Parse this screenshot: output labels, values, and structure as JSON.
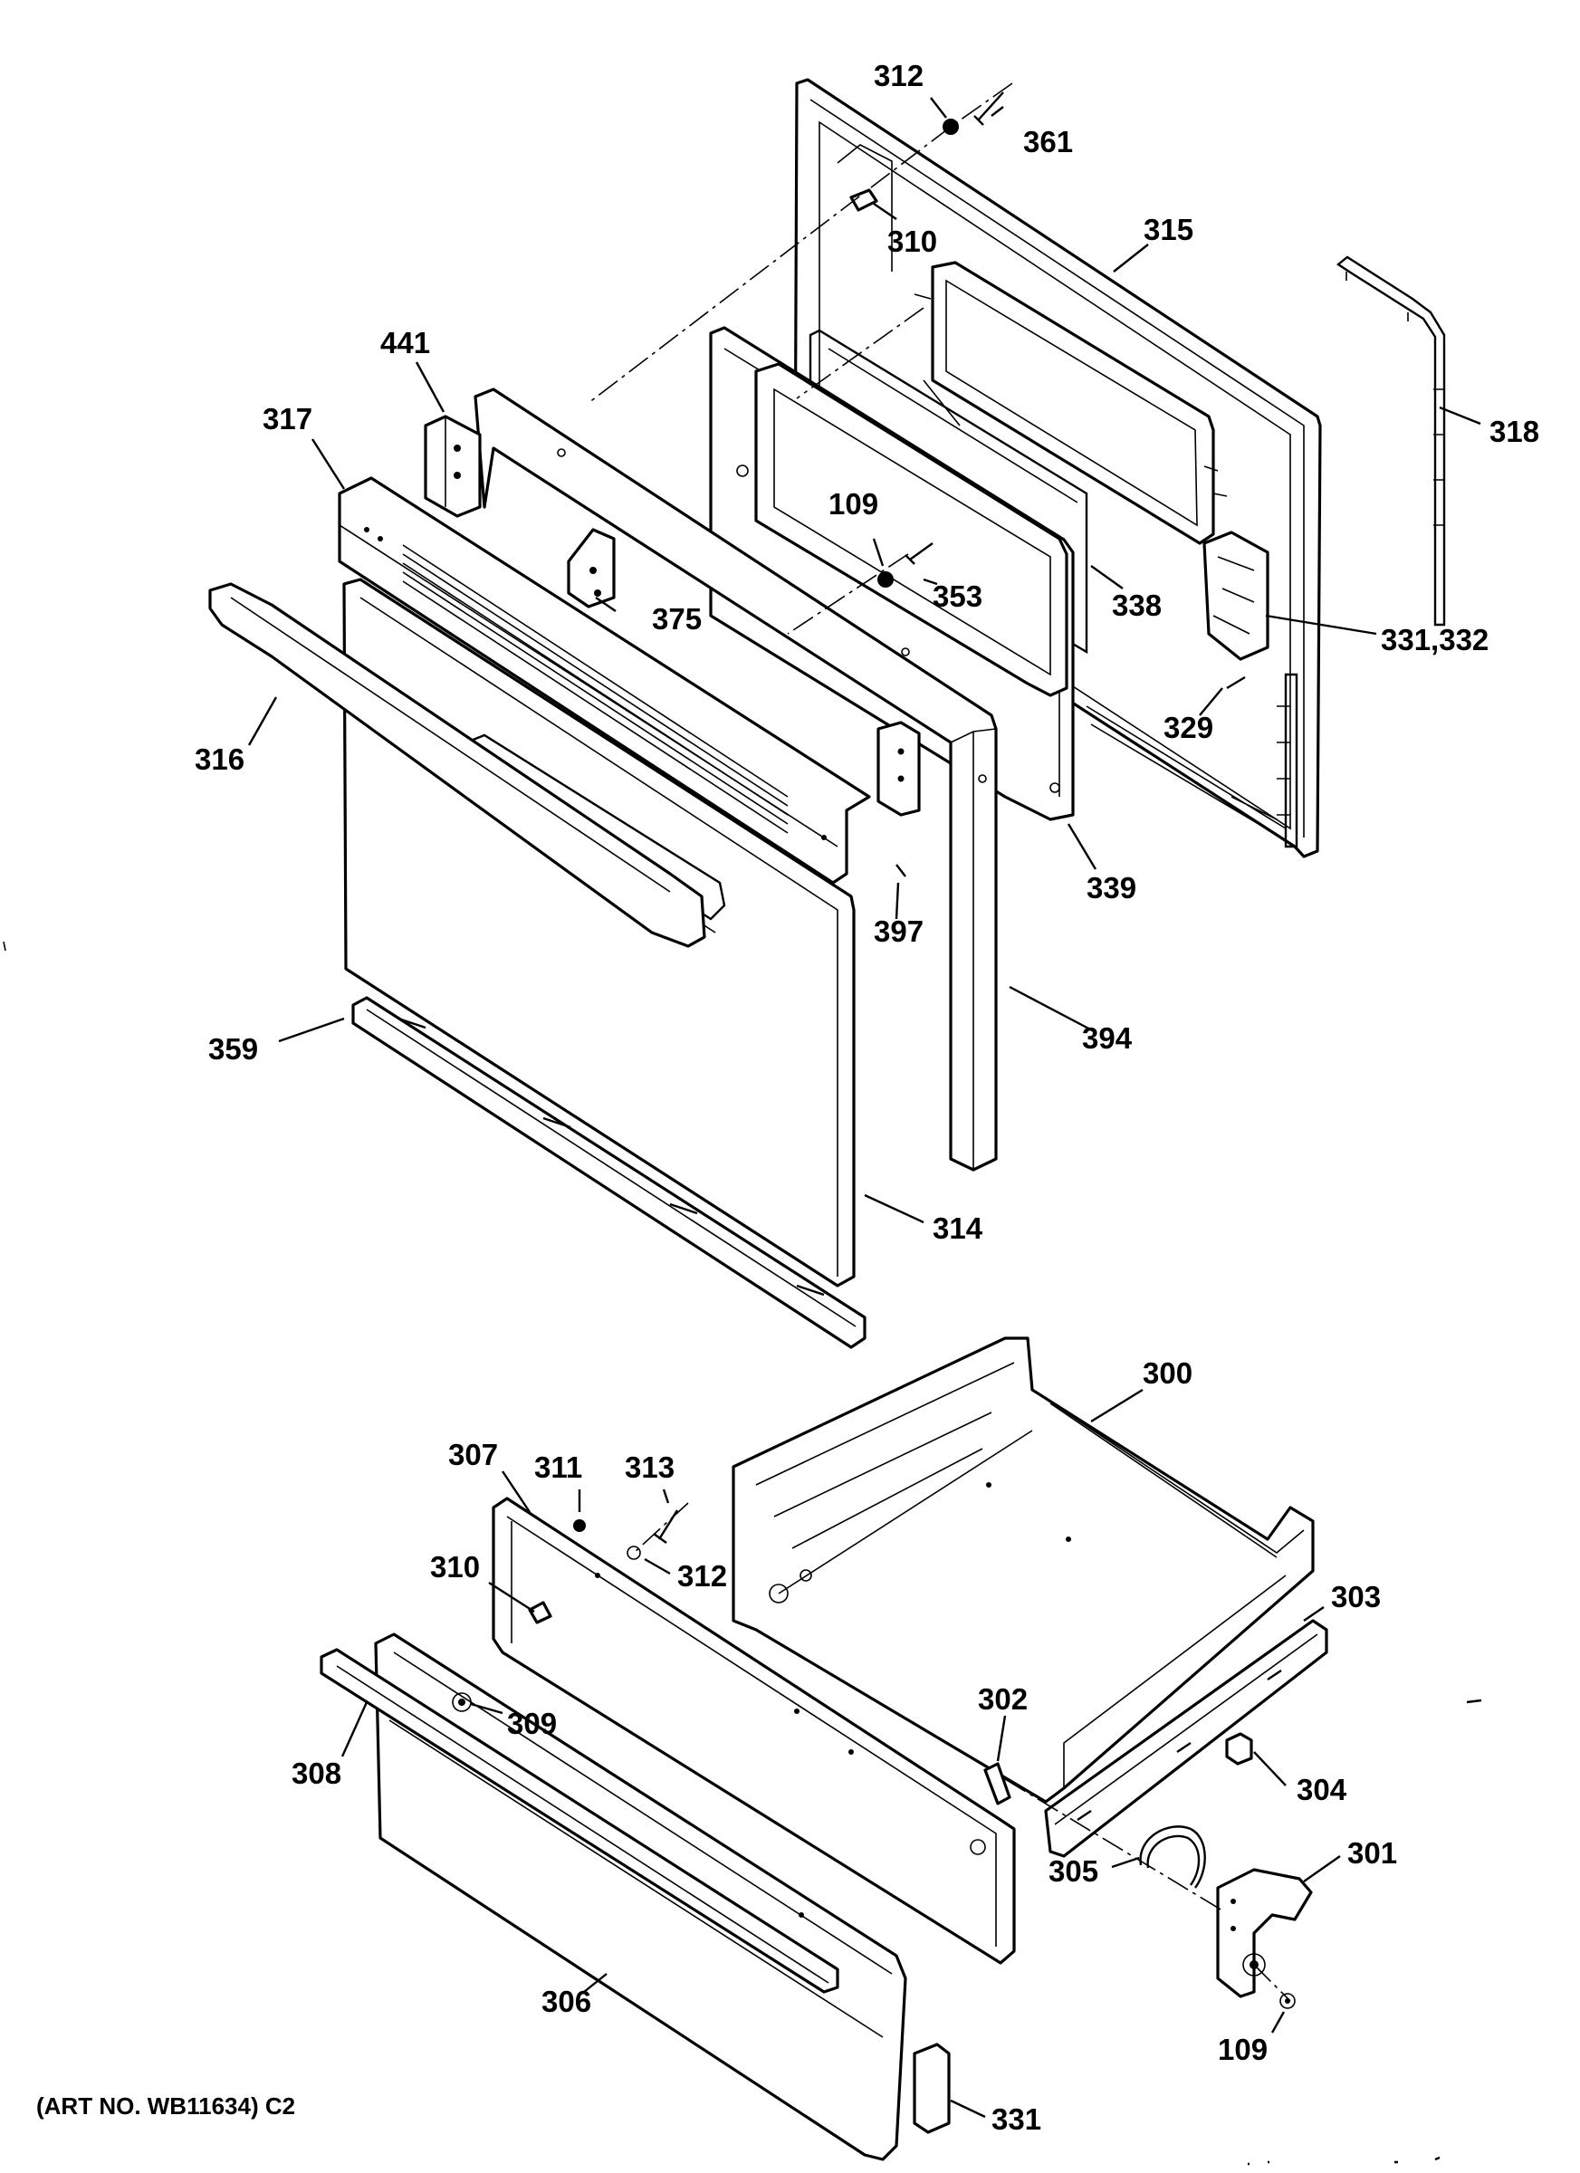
{
  "art_number": "(ART NO. WB11634) C2",
  "callouts": [
    {
      "id": "c312a",
      "label": "312"
    },
    {
      "id": "c361",
      "label": "361"
    },
    {
      "id": "c310a",
      "label": "310"
    },
    {
      "id": "c315",
      "label": "315"
    },
    {
      "id": "c318",
      "label": "318"
    },
    {
      "id": "c441",
      "label": "441"
    },
    {
      "id": "c317",
      "label": "317"
    },
    {
      "id": "c109a",
      "label": "109"
    },
    {
      "id": "c353",
      "label": "353"
    },
    {
      "id": "c375",
      "label": "375"
    },
    {
      "id": "c338",
      "label": "338"
    },
    {
      "id": "c331a",
      "label": "331,332"
    },
    {
      "id": "c316",
      "label": "316"
    },
    {
      "id": "c329",
      "label": "329"
    },
    {
      "id": "c339",
      "label": "339"
    },
    {
      "id": "c397",
      "label": "397"
    },
    {
      "id": "c394",
      "label": "394"
    },
    {
      "id": "c359",
      "label": "359"
    },
    {
      "id": "c314",
      "label": "314"
    },
    {
      "id": "c300",
      "label": "300"
    },
    {
      "id": "c307",
      "label": "307"
    },
    {
      "id": "c311",
      "label": "311"
    },
    {
      "id": "c313",
      "label": "313"
    },
    {
      "id": "c312b",
      "label": "312"
    },
    {
      "id": "c310b",
      "label": "310"
    },
    {
      "id": "c303",
      "label": "303"
    },
    {
      "id": "c309",
      "label": "309"
    },
    {
      "id": "c302",
      "label": "302"
    },
    {
      "id": "c308",
      "label": "308"
    },
    {
      "id": "c304",
      "label": "304"
    },
    {
      "id": "c301",
      "label": "301"
    },
    {
      "id": "c305",
      "label": "305"
    },
    {
      "id": "c306",
      "label": "306"
    },
    {
      "id": "c109b",
      "label": "109"
    },
    {
      "id": "c331b",
      "label": "331"
    }
  ]
}
